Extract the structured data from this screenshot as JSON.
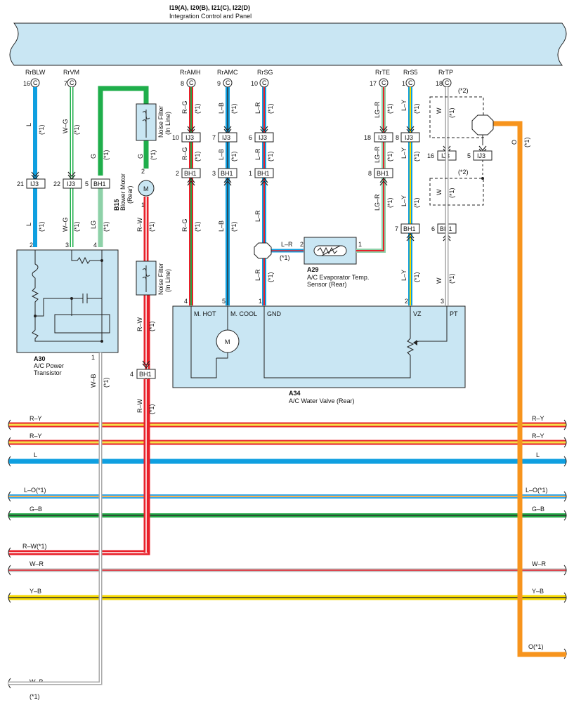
{
  "header": {
    "title": "I19(A), I20(B), I21(C), I22(D)",
    "subtitle": "Integration Control and Panel"
  },
  "pins": [
    {
      "name": "RrBLW",
      "num": "16",
      "conn": "C"
    },
    {
      "name": "RrVM",
      "num": "7",
      "conn": "C"
    },
    {
      "name": "RrAMH",
      "num": "8",
      "conn": "C"
    },
    {
      "name": "RrAMC",
      "num": "9",
      "conn": "C"
    },
    {
      "name": "RrSG",
      "num": "10",
      "conn": "C"
    },
    {
      "name": "RrTE",
      "num": "17",
      "conn": "C"
    },
    {
      "name": "RrS5",
      "num": "1",
      "conn": "C"
    },
    {
      "name": "RrTP",
      "num": "18",
      "conn": "C"
    }
  ],
  "note1": "(*1)",
  "note2": "(*2)",
  "wires": {
    "l": "L",
    "wg": "W–G",
    "g": "G",
    "lg": "LG",
    "rw": "R–W",
    "rg": "R–G",
    "lb": "L–B",
    "lr": "L–R",
    "lgr": "LG–R",
    "ly": "L–Y",
    "w": "W",
    "o": "O",
    "wb": "W–B"
  },
  "connectors": {
    "ij3": "IJ3",
    "bh1": "BH1"
  },
  "nums": {
    "n1": "1",
    "n2": "2",
    "n3": "3",
    "n4": "4",
    "n5": "5",
    "n6": "6",
    "n7": "7",
    "n8": "8",
    "n10": "10",
    "n16": "16",
    "n18": "18",
    "n21": "21",
    "n22": "22"
  },
  "components": {
    "noise_filter": "Noise Filter",
    "in_line": "(In Line)",
    "blower_id": "B15",
    "blower_line1": "Blower Motor",
    "blower_line2": "(Rear)",
    "motor": "M",
    "a29_id": "A29",
    "a29_line1": "A/C Evaporator Temp.",
    "a29_line2": "Sensor (Rear)",
    "a30_id": "A30",
    "a30_line1": "A/C Power",
    "a30_line2": "Transistor",
    "a34_id": "A34",
    "a34_line1": "A/C Water Valve (Rear)",
    "a34_pins": {
      "mhot": "M. HOT",
      "mcool": "M. COOL",
      "gnd": "GND",
      "vz": "VZ",
      "pt": "PT"
    }
  },
  "bus": [
    {
      "label": "R–Y",
      "right_label": "R–Y",
      "outer": "#e8202a",
      "inner": "#f5e04a"
    },
    {
      "label": "R–Y",
      "right_label": "R–Y",
      "outer": "#e8202a",
      "inner": "#f5e04a"
    },
    {
      "label": "L",
      "right_label": "L",
      "outer": "#0f9fe0",
      "inner": "#0f9fe0"
    },
    {
      "label": "L–O(*1)",
      "right_label": "L–O(*1)",
      "outer": "#3aa8e6",
      "inner": "#f7b050"
    },
    {
      "label": "G–B",
      "right_label": "G–B",
      "outer": "#22a845",
      "inner": "#333333"
    },
    {
      "label": "R–W(*1)",
      "right_label": "",
      "outer": "#e8202a",
      "inner": "#ffffff"
    },
    {
      "label": "W–R",
      "right_label": "W–R",
      "outer": "#bbbbbb",
      "inner": "#e8202a"
    },
    {
      "label": "Y–B",
      "right_label": "Y–B",
      "outer": "#f5d800",
      "inner": "#333333"
    },
    {
      "label": "",
      "right_label": "O(*1)",
      "outer": "#f7941d",
      "inner": "#f7941d"
    },
    {
      "label": "W–B",
      "right_label": "",
      "outer": "#aaaaaa",
      "inner": "#ffffff"
    }
  ],
  "colors": {
    "panel": "#c9e6f3",
    "blue": "#0f9fe0",
    "green": "#1fae4b",
    "lightgreen": "#8ed1a8",
    "red": "#e8202a",
    "orange": "#f7941d",
    "yellow": "#f5d800"
  }
}
